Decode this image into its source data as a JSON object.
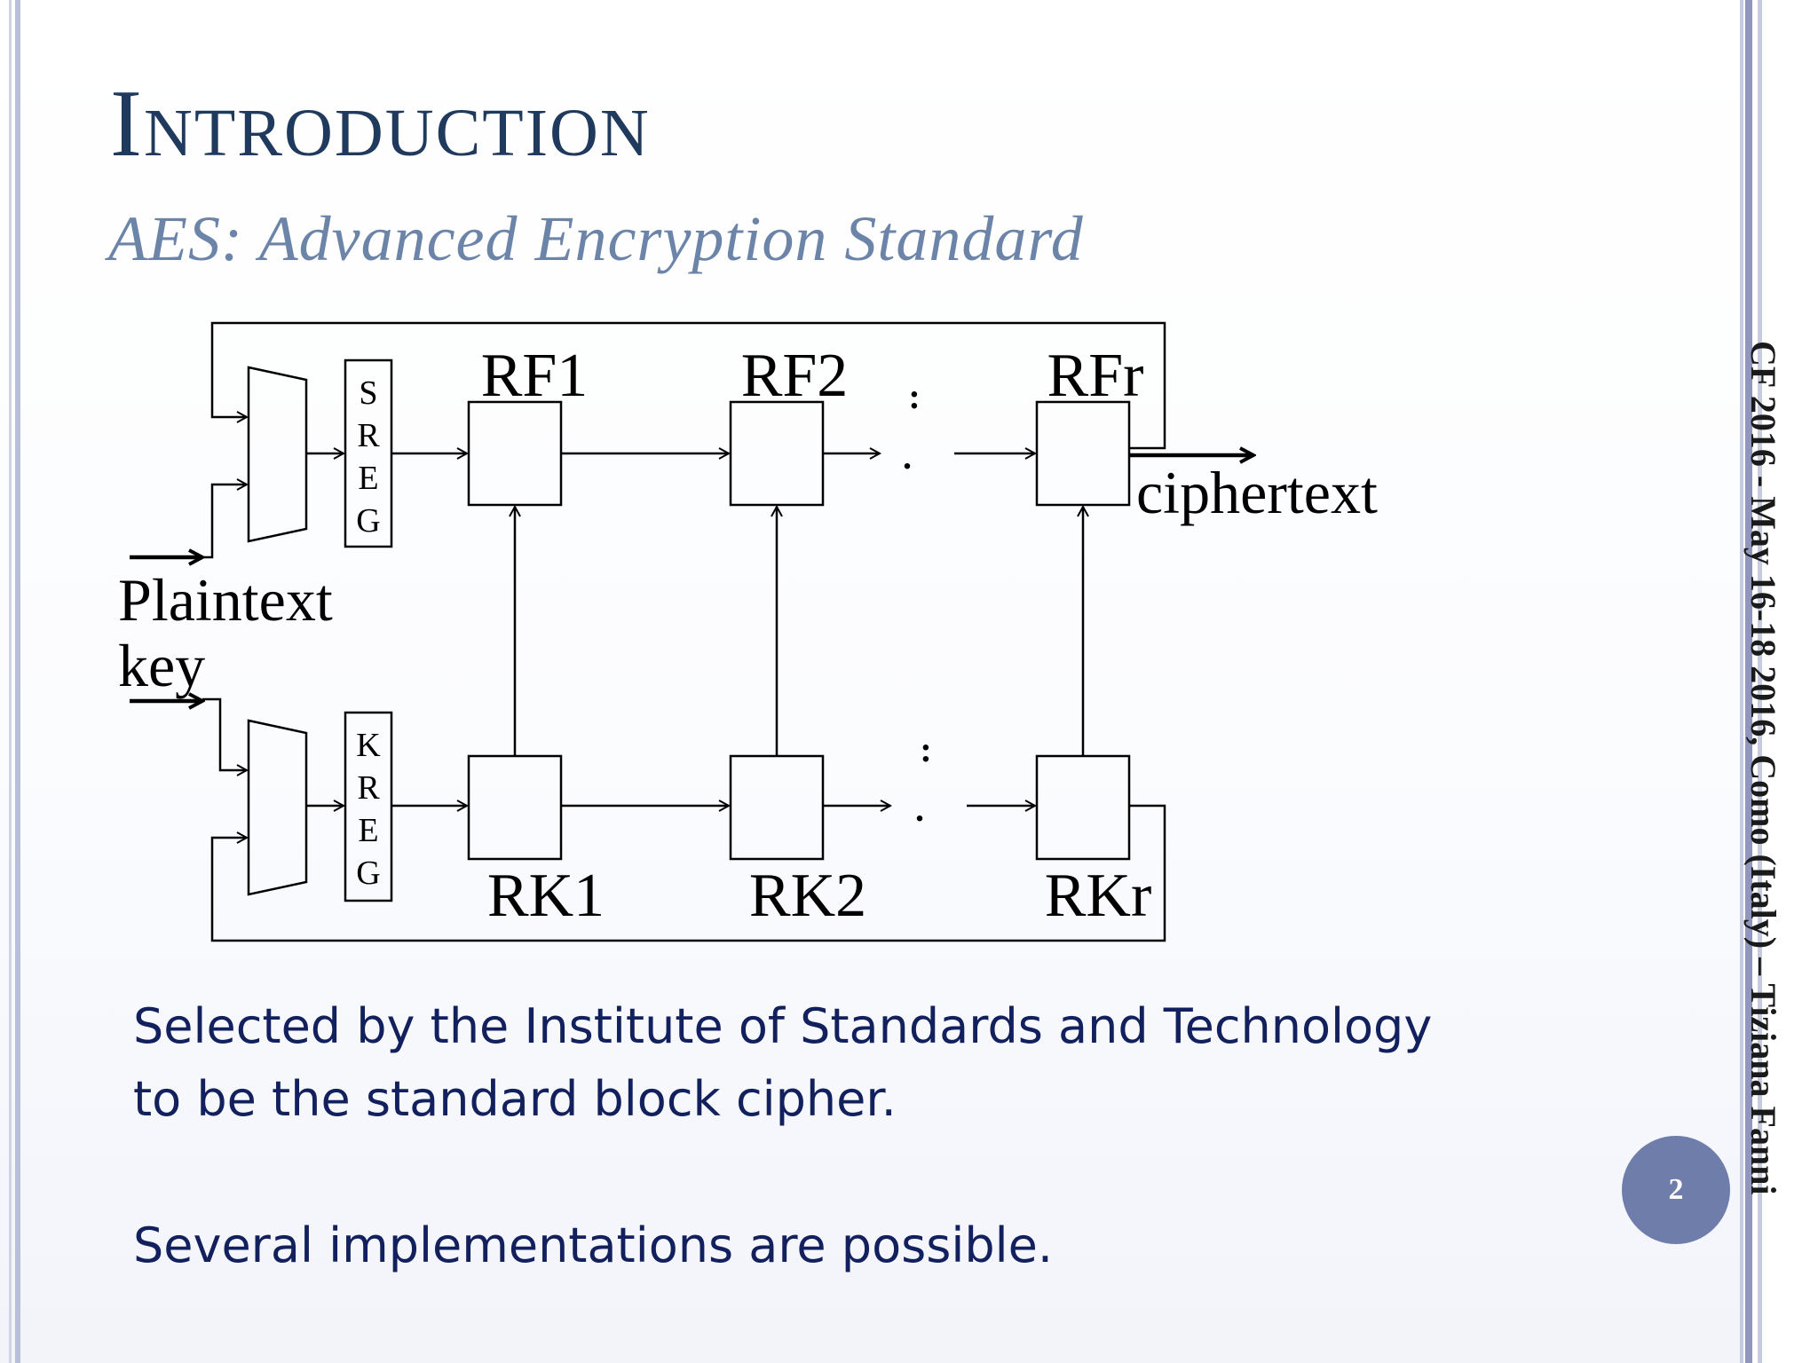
{
  "slide": {
    "title": "Introduction",
    "subtitle": "AES: Advanced Encryption Standard",
    "body_lines": [
      "Selected by the Institute of Standards and Technology",
      "to be the standard block cipher.",
      "Several implementations are possible."
    ],
    "footer": "CF 2016 - May 16-18 2016, Como (Italy) – Tiziana Fanni",
    "page_number": "2"
  },
  "diagram": {
    "input_plaintext": "Plaintext",
    "input_key": "key",
    "output_label": "ciphertext",
    "state_register_letters": [
      "S",
      "R",
      "E",
      "G"
    ],
    "key_register_letters": [
      "K",
      "R",
      "E",
      "G"
    ],
    "round_function_labels": [
      "RF1",
      "RF2",
      "RFr"
    ],
    "round_key_labels": [
      "RK1",
      "RK2",
      "RKr"
    ],
    "ellipsis": ":",
    "ellipsis_dot": "."
  },
  "colors": {
    "title": "#1f3a5c",
    "subtitle": "#6b84a8",
    "body_text": "#13205e",
    "badge": "#6f7daa",
    "rule_light": "#c7cbe0",
    "rule_dark": "#9096bc"
  }
}
